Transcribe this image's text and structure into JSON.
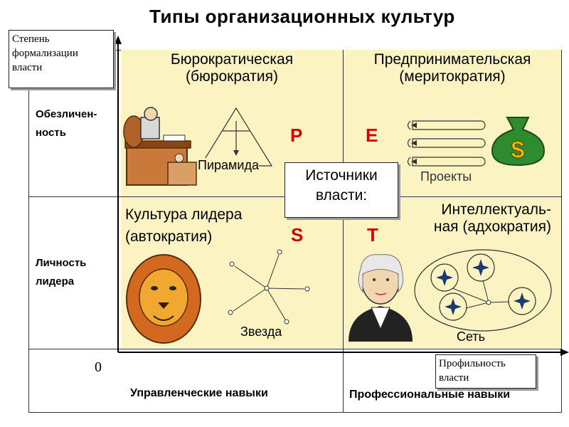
{
  "title": "Типы организационных культур",
  "y_axis_label": "Степень формализации власти",
  "x_axis_label": "Профильность власти",
  "origin_label": "0",
  "rows": {
    "top": "Обезличен-ность",
    "bottom": "Личность лидера"
  },
  "columns": {
    "left": "Управленческие навыки",
    "right": "Профессиональные навыки"
  },
  "quadrants": {
    "bureaucratic": {
      "line1": "Бюрократическая",
      "line2": "(бюрократия)",
      "letter": "P",
      "shape_label": "Пирамида"
    },
    "entrepreneurial": {
      "line1": "Предпринимательская",
      "line2": "(меритократия)",
      "letter": "E",
      "shape_label": "Проекты"
    },
    "leader": {
      "line1": "Культура лидера",
      "line2": "(автократия)",
      "letter": "S",
      "shape_label": "Звезда"
    },
    "intellectual": {
      "line1": "Интеллектуаль-",
      "line2": "ная (адхократия)",
      "letter": "T",
      "shape_label": "Сеть"
    }
  },
  "center": {
    "line1": "Источники",
    "line2": "власти:"
  },
  "colors": {
    "quadrant_fill": "#fbf3c2",
    "letter": "#d10000",
    "star": "#1c3a6e",
    "money": "#2e8b2e"
  }
}
